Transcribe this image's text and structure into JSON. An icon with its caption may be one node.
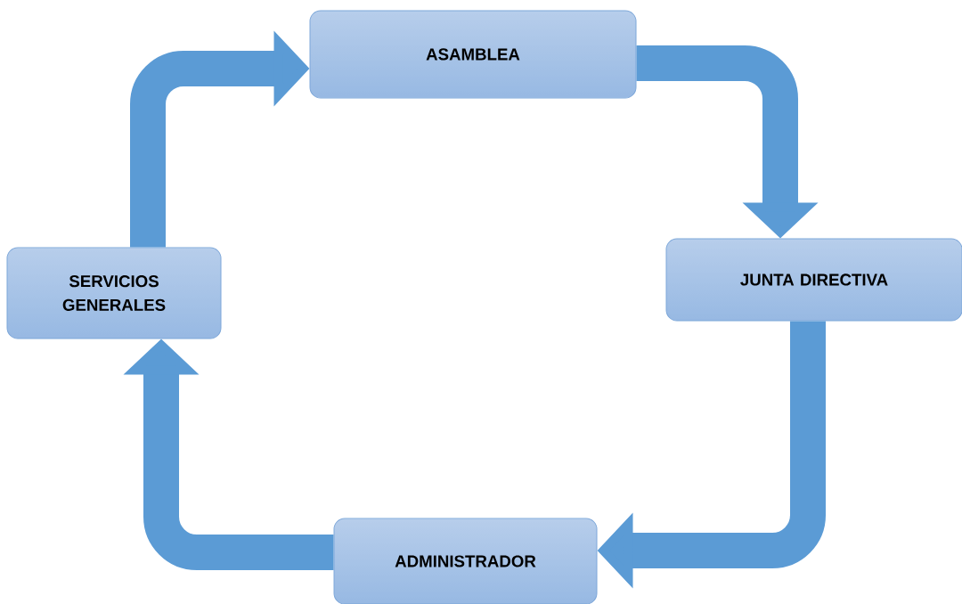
{
  "diagram": {
    "nodes": [
      {
        "text": [
          "ASAMBLEA"
        ]
      },
      {
        "text": [
          "JUNTA DIRECTIVA"
        ]
      },
      {
        "text": [
          "ADMINISTRADOR"
        ]
      },
      {
        "text": [
          "SERVICIOS GENERALES"
        ]
      }
    ],
    "edges": [
      {
        "from": 0,
        "to": 1,
        "arrow": "to"
      },
      {
        "from": 1,
        "to": 2,
        "arrow": "to"
      },
      {
        "from": 2,
        "to": 3,
        "arrow": "to"
      },
      {
        "from": 3,
        "to": 0,
        "arrow": "to"
      }
    ]
  }
}
